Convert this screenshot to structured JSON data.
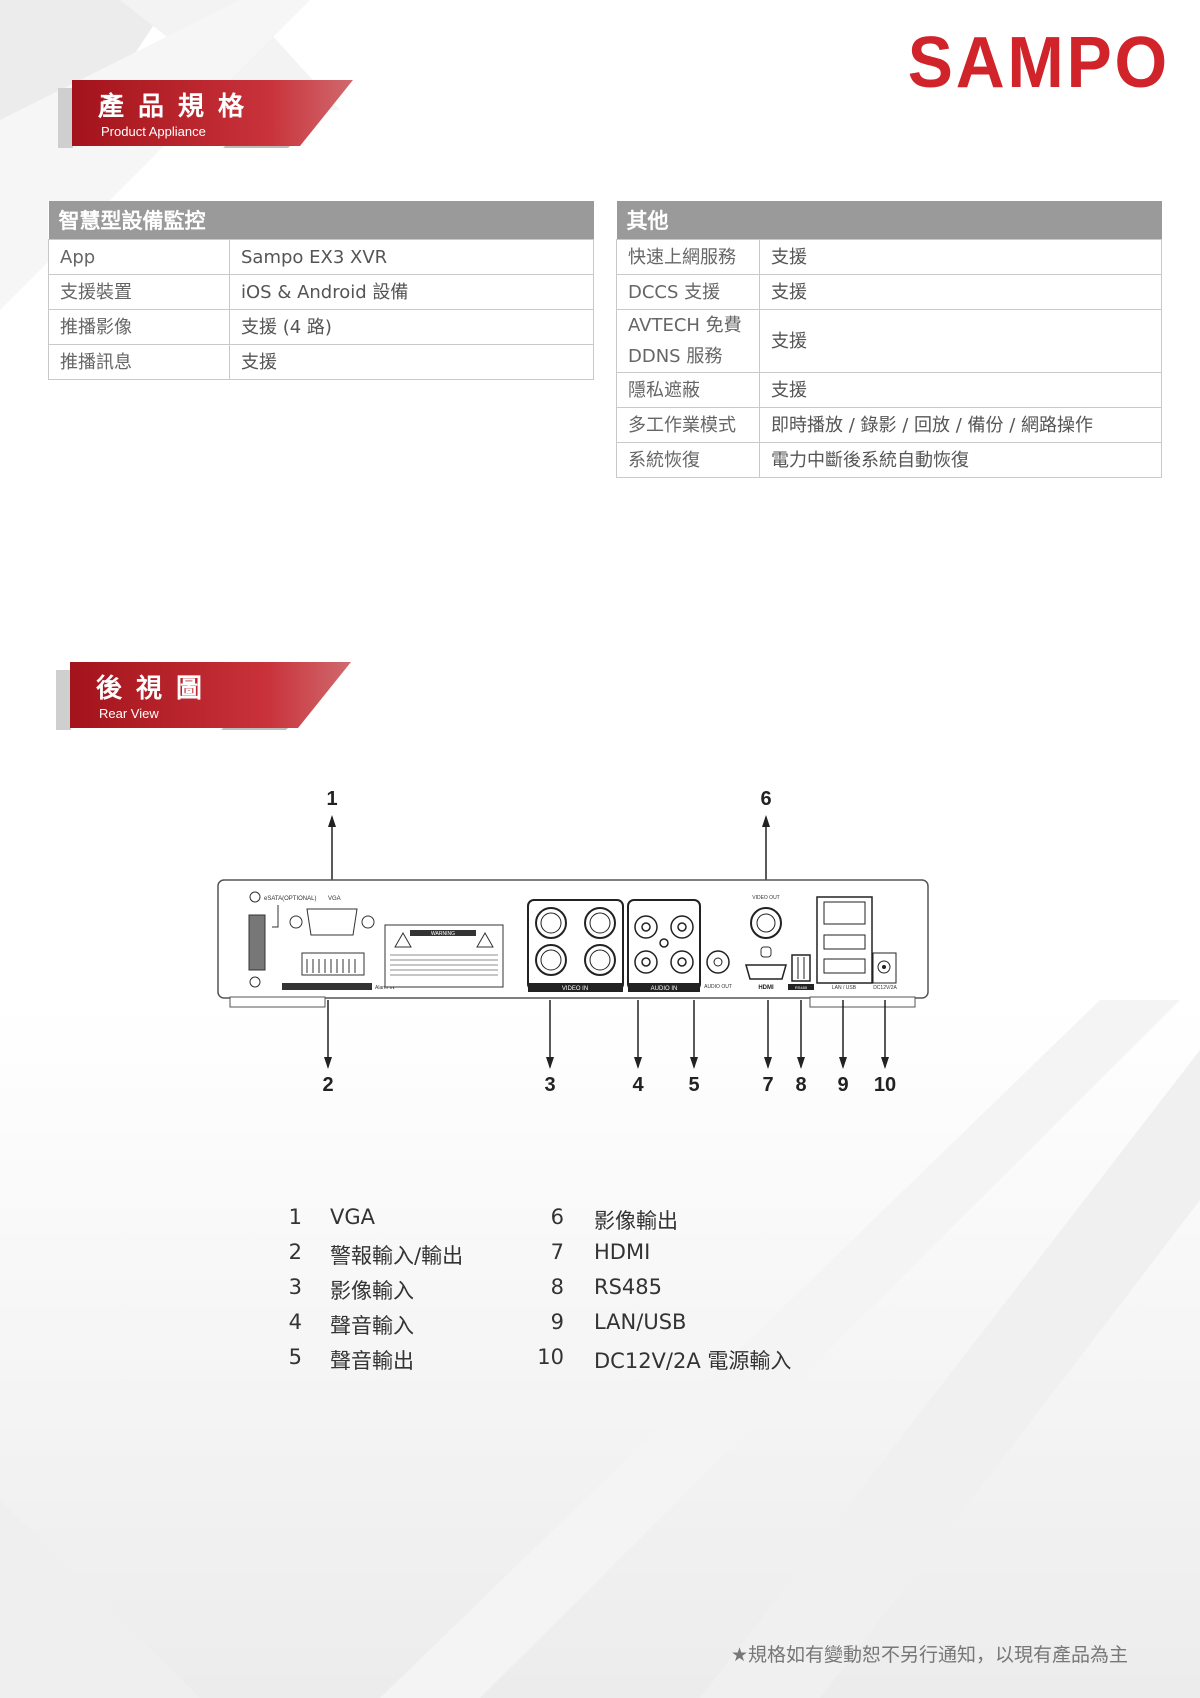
{
  "brand": {
    "name": "SAMPO"
  },
  "sections": {
    "spec": {
      "title": "產品規格",
      "subtitle": "Product Appliance"
    },
    "rear": {
      "title": "後視圖",
      "subtitle": "Rear View"
    }
  },
  "smart_table": {
    "title": "智慧型設備監控",
    "rows": [
      {
        "label": "App",
        "value": "Sampo EX3 XVR"
      },
      {
        "label": "支援裝置",
        "value": "iOS & Android 設備"
      },
      {
        "label": "推播影像",
        "value": "支援 (4 路)"
      },
      {
        "label": "推播訊息",
        "value": "支援"
      }
    ]
  },
  "other_table": {
    "title": "其他",
    "rows": [
      {
        "label": "快速上網服務",
        "value": "支援"
      },
      {
        "label": "DCCS 支援",
        "value": "支援"
      },
      {
        "label": "AVTECH 免費 DDNS 服務",
        "value": "支援"
      },
      {
        "label": "隱私遮蔽",
        "value": "支援"
      },
      {
        "label": "多工作業模式",
        "value": "即時播放 / 錄影 / 回放 / 備份 / 網路操作"
      },
      {
        "label": "系統恢復",
        "value": "電力中斷後系統自動恢復"
      }
    ]
  },
  "rear_panel": {
    "callouts_top": [
      "1",
      "6"
    ],
    "callouts_bottom": [
      "2",
      "3",
      "4",
      "5",
      "7",
      "8",
      "9",
      "10"
    ],
    "panel_labels": {
      "esata": "eSATA(OPTIONAL)",
      "vga": "VGA",
      "video_out": "VIDEO OUT",
      "video_in": "VIDEO IN",
      "audio_in": "AUDIO IN",
      "audio_out": "AUDIO OUT",
      "hdmi": "HDMI",
      "rs485": "RS485",
      "lan_usb": "LAN / USB",
      "dc": "DC12V/2A",
      "warning": "WARNING",
      "alarm": "Alarm IN"
    }
  },
  "legend": {
    "left": [
      {
        "num": "1",
        "text": "VGA"
      },
      {
        "num": "2",
        "text": "警報輸入/輸出"
      },
      {
        "num": "3",
        "text": "影像輸入"
      },
      {
        "num": "4",
        "text": "聲音輸入"
      },
      {
        "num": "5",
        "text": "聲音輸出"
      }
    ],
    "right": [
      {
        "num": "6",
        "text": "影像輸出"
      },
      {
        "num": "7",
        "text": "HDMI"
      },
      {
        "num": "8",
        "text": "RS485"
      },
      {
        "num": "9",
        "text": "LAN/USB"
      },
      {
        "num": "10",
        "text": "DC12V/2A 電源輸入"
      }
    ]
  },
  "footer": {
    "note": "★規格如有變動恕不另行通知，以現有產品為主"
  },
  "colors": {
    "accent": "#d0232a",
    "table_header": "#9a9a9a"
  }
}
